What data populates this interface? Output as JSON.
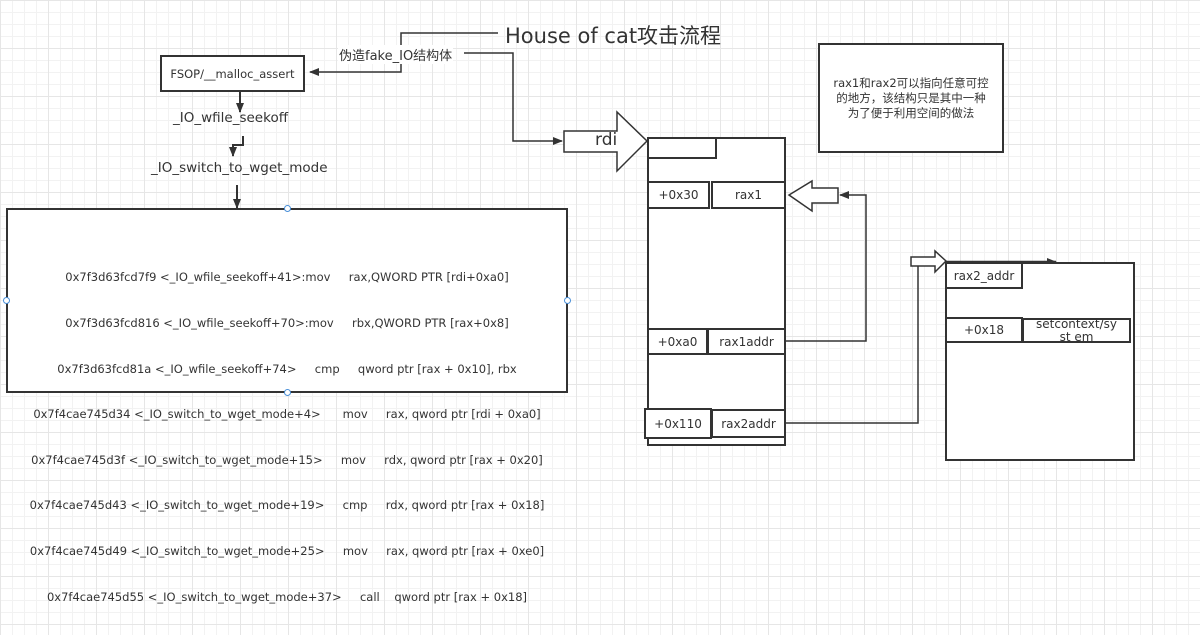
{
  "title": "House of cat攻击流程",
  "colors": {
    "stroke": "#333333",
    "handle": "#4a90d9",
    "grid": "#e6e6e6"
  },
  "flow": {
    "fake_io_label": "伪造fake_IO结构体",
    "entry_box": "FSOP/__malloc_assert",
    "step1": "_IO_wfile_seekoff",
    "step2": "_IO_switch_to_wget_mode"
  },
  "code_lines": [
    "0x7f3d63fcd7f9 <_IO_wfile_seekoff+41>:mov     rax,QWORD PTR [rdi+0xa0]",
    "0x7f3d63fcd816 <_IO_wfile_seekoff+70>:mov     rbx,QWORD PTR [rax+0x8]",
    "0x7f3d63fcd81a <_IO_wfile_seekoff+74>     cmp     qword ptr [rax + 0x10], rbx",
    "0x7f4cae745d34 <_IO_switch_to_wget_mode+4>      mov     rax, qword ptr [rdi + 0xa0]",
    "0x7f4cae745d3f <_IO_switch_to_wget_mode+15>     mov     rdx, qword ptr [rax + 0x20]",
    "0x7f4cae745d43 <_IO_switch_to_wget_mode+19>     cmp     rdx, qword ptr [rax + 0x18]",
    "0x7f4cae745d49 <_IO_switch_to_wget_mode+25>     mov     rax, qword ptr [rax + 0xe0]",
    "0x7f4cae745d55 <_IO_switch_to_wget_mode+37>     call    qword ptr [rax + 0x18]"
  ],
  "fake_io": {
    "pointer_label": "rdi",
    "rows": [
      {
        "offset": "+0x30",
        "value": "rax1"
      },
      {
        "offset": "+0xa0",
        "value": "rax1addr"
      },
      {
        "offset": "+0x110",
        "value": "rax2addr"
      }
    ]
  },
  "rax2_struct": {
    "header": "rax2_addr",
    "row": {
      "offset": "+0x18",
      "value": "setcontext/syst em"
    }
  },
  "note": {
    "lines": [
      "rax1和rax2可以指向任意可控",
      "的地方，该结构只是其中一种",
      "为了便于利用空间的做法"
    ]
  }
}
